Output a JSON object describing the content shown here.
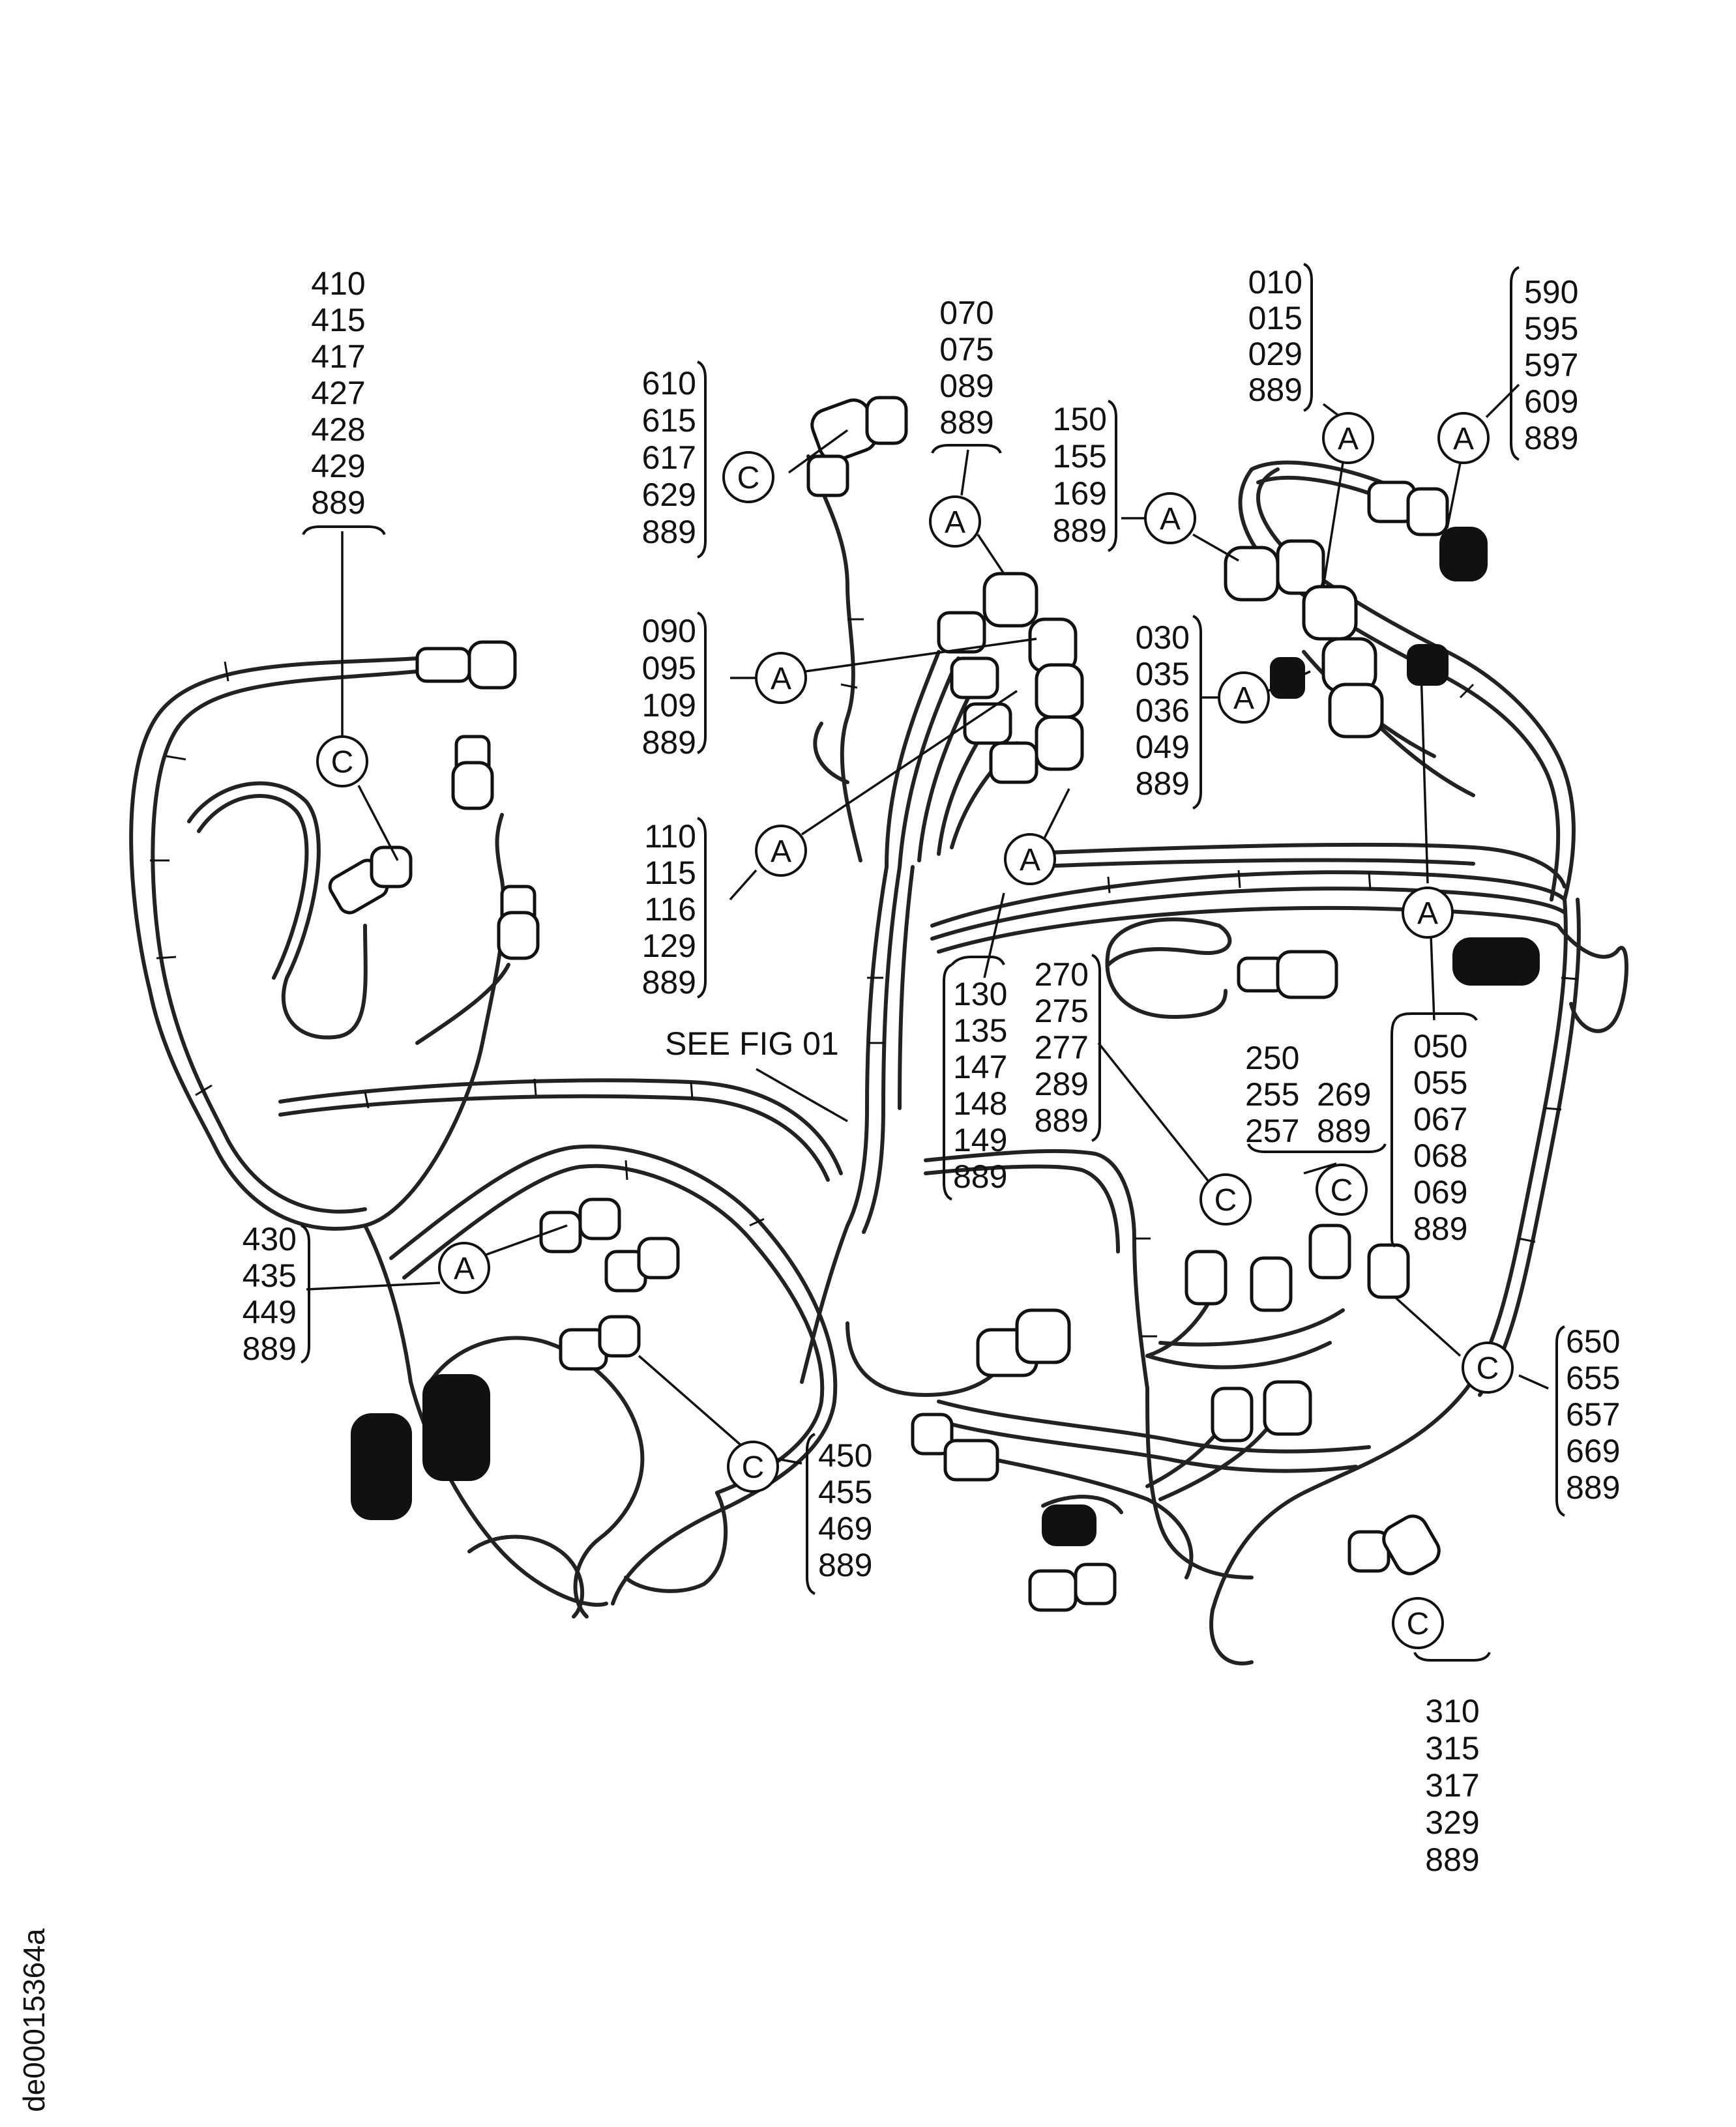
{
  "figure_ref": "de00015364a",
  "see_fig_text": "SEE FIG 01",
  "callouts": [
    {
      "letter": "C",
      "numbers": [
        "410",
        "415",
        "417",
        "427",
        "428",
        "429",
        "889"
      ]
    },
    {
      "letter": "C",
      "numbers": [
        "610",
        "615",
        "617",
        "629",
        "889"
      ]
    },
    {
      "letter": "A",
      "numbers": [
        "070",
        "075",
        "089",
        "889"
      ]
    },
    {
      "letter": "A",
      "numbers": [
        "150",
        "155",
        "169",
        "889"
      ]
    },
    {
      "letter": "A",
      "numbers": [
        "010",
        "015",
        "029",
        "889"
      ]
    },
    {
      "letter": "A",
      "numbers": [
        "590",
        "595",
        "597",
        "609",
        "889"
      ]
    },
    {
      "letter": "A",
      "numbers": [
        "090",
        "095",
        "109",
        "889"
      ]
    },
    {
      "letter": "A",
      "numbers": [
        "030",
        "035",
        "036",
        "049",
        "889"
      ]
    },
    {
      "letter": "A",
      "numbers": [
        "110",
        "115",
        "116",
        "129",
        "889"
      ]
    },
    {
      "letter": "A",
      "numbers": [
        "130",
        "135",
        "147",
        "148",
        "149",
        "889"
      ]
    },
    {
      "letter": "C",
      "numbers": [
        "270",
        "275",
        "277",
        "289",
        "889"
      ]
    },
    {
      "letter": "C",
      "numbers": [
        "250",
        "255",
        "257",
        "269",
        "889"
      ]
    },
    {
      "letter": "A",
      "numbers": [
        "050",
        "055",
        "067",
        "068",
        "069",
        "889"
      ]
    },
    {
      "letter": "A",
      "numbers": [
        "430",
        "435",
        "449",
        "889"
      ]
    },
    {
      "letter": "C",
      "numbers": [
        "450",
        "455",
        "469",
        "889"
      ]
    },
    {
      "letter": "C",
      "numbers": [
        "650",
        "655",
        "657",
        "669",
        "889"
      ]
    },
    {
      "letter": "C",
      "numbers": [
        "310",
        "315",
        "317",
        "329",
        "889"
      ]
    }
  ]
}
